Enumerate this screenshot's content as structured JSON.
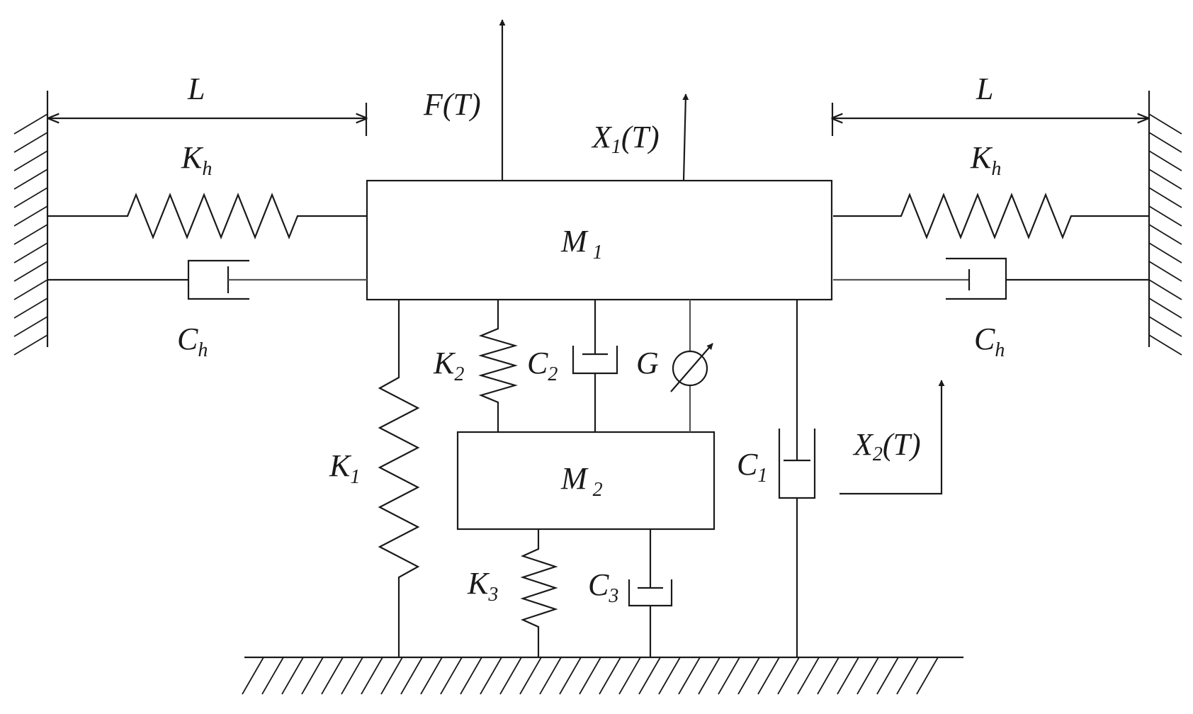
{
  "labels": {
    "L_left": "L",
    "L_right": "L",
    "F": "F(T)",
    "X1": {
      "base": "X",
      "sub": "1",
      "tail": "(T)"
    },
    "X2": {
      "base": "X",
      "sub": "2",
      "tail": "(T)"
    },
    "Kh_left": {
      "base": "K",
      "sub": "h"
    },
    "Kh_right": {
      "base": "K",
      "sub": "h"
    },
    "Ch_left": {
      "base": "C",
      "sub": "h"
    },
    "Ch_right": {
      "base": "C",
      "sub": "h"
    },
    "M1": {
      "base": "M",
      "sub": "1"
    },
    "M2": {
      "base": "M",
      "sub": "2"
    },
    "K1": {
      "base": "K",
      "sub": "1"
    },
    "K2": {
      "base": "K",
      "sub": "2"
    },
    "K3": {
      "base": "K",
      "sub": "3"
    },
    "C1": {
      "base": "C",
      "sub": "1"
    },
    "C2": {
      "base": "C",
      "sub": "2"
    },
    "C3": {
      "base": "C",
      "sub": "3"
    },
    "G": "G"
  }
}
